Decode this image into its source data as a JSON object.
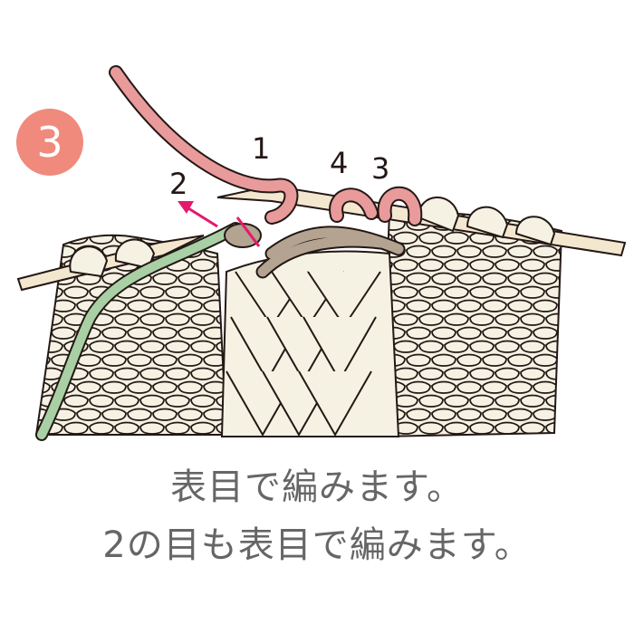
{
  "step": {
    "number": "3"
  },
  "labels": {
    "stitch_1": "1",
    "stitch_2": "2",
    "stitch_3": "3",
    "stitch_4": "4"
  },
  "captions": {
    "line1": "表目で編みます。",
    "line2": "2の目も表目で編みます。"
  },
  "colors": {
    "badge": "#f08a7c",
    "pink_yarn": "#e99a9a",
    "green_yarn": "#a9d0a5",
    "taupe_yarn": "#b3a390",
    "fabric": "#f5f2e4",
    "needle": "#f4e7cf",
    "arrow": "#e5196b",
    "caption_text": "#666666"
  },
  "icons": {
    "arrow": "arrow-icon",
    "knitting": "knitting-illustration"
  }
}
